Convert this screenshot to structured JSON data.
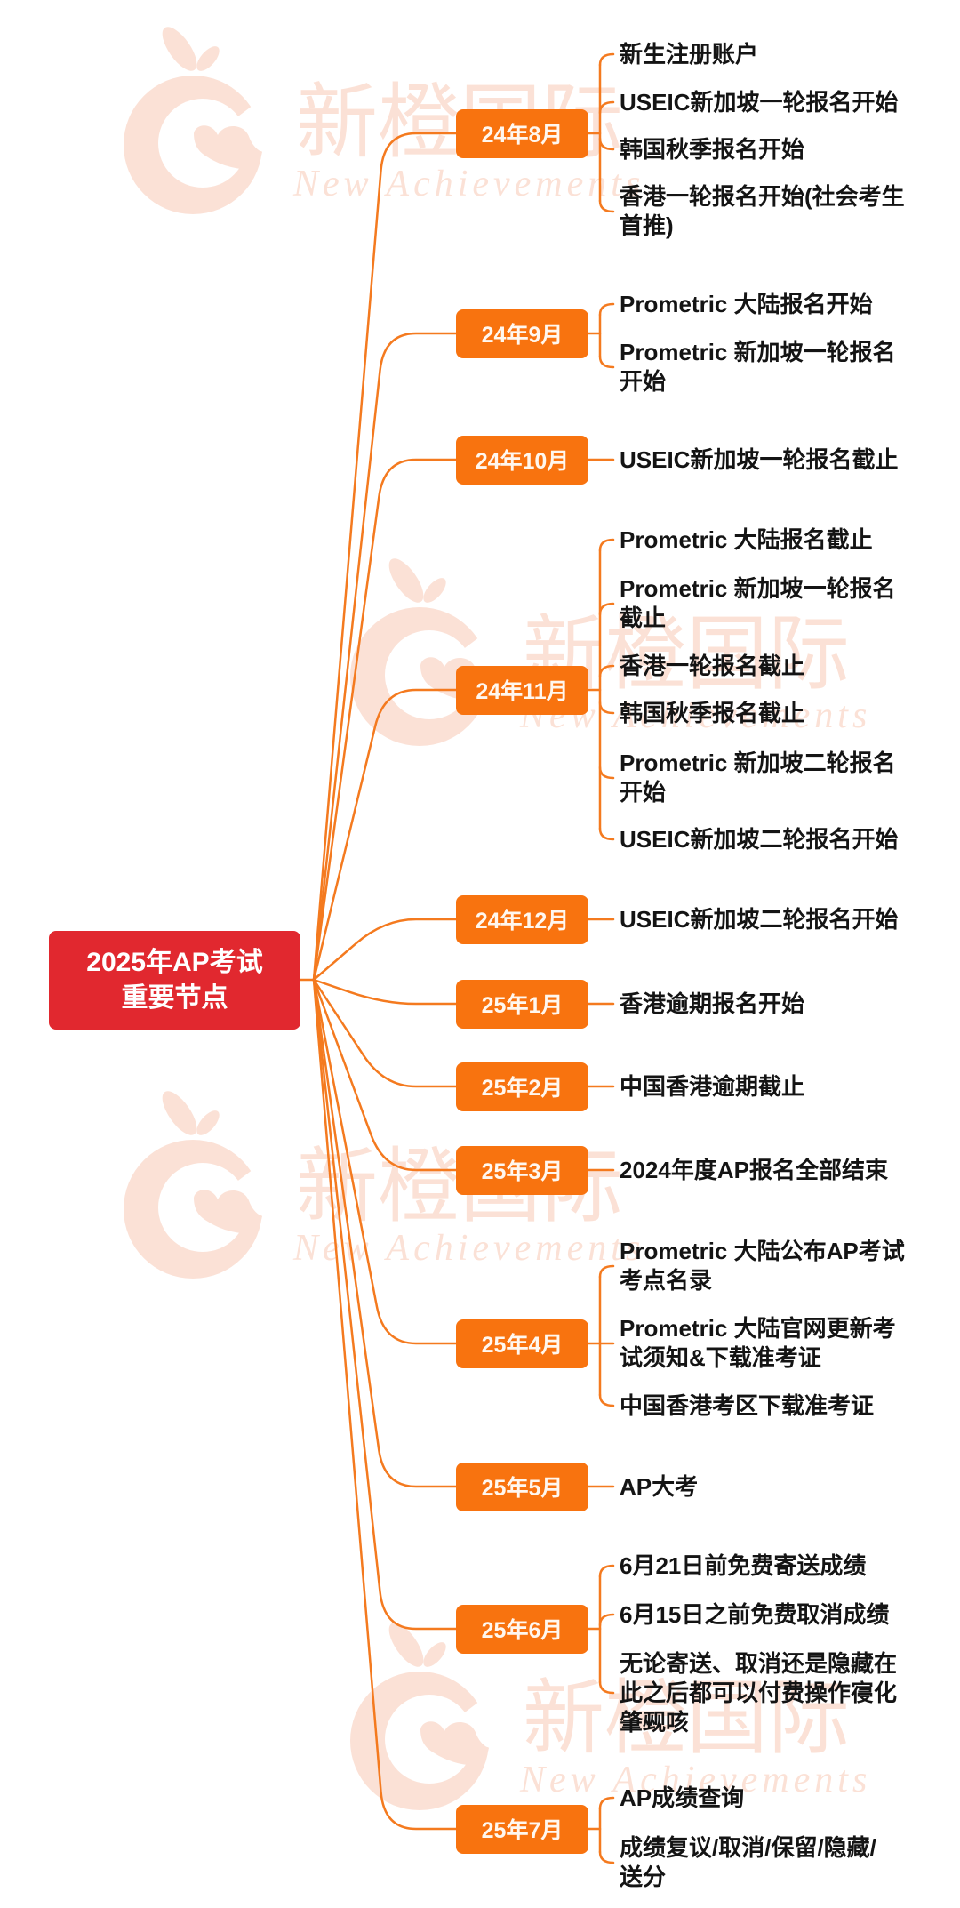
{
  "root": {
    "title_lines": [
      "2025年AP考试",
      "重要节点"
    ]
  },
  "watermark": {
    "brand_cn": "新橙国际",
    "brand_en": "New Achievements",
    "icon": "orange-logo-icon"
  },
  "theme": {
    "root_color": "#E1282F",
    "month_color": "#F8730F",
    "month_text_color": "#FFF7EF",
    "line_color": "#F47A1F",
    "text_color": "#141414",
    "watermark_color": "#FBE1D6"
  },
  "months": [
    {
      "label": "24年8月",
      "items": [
        {
          "lines": [
            "新生注册账户"
          ]
        },
        {
          "lines": [
            "USEIC新加坡一轮报名开始"
          ]
        },
        {
          "lines": [
            "韩国秋季报名开始"
          ]
        },
        {
          "lines": [
            "香港一轮报名开始(社会考生",
            "首推)"
          ]
        }
      ]
    },
    {
      "label": "24年9月",
      "items": [
        {
          "lines": [
            "Prometric 大陆报名开始"
          ]
        },
        {
          "lines": [
            "Prometric 新加坡一轮报名",
            "开始"
          ]
        }
      ]
    },
    {
      "label": "24年10月",
      "items": [
        {
          "lines": [
            "USEIC新加坡一轮报名截止"
          ]
        }
      ]
    },
    {
      "label": "24年11月",
      "items": [
        {
          "lines": [
            "Prometric 大陆报名截止"
          ]
        },
        {
          "lines": [
            "Prometric 新加坡一轮报名",
            "截止"
          ]
        },
        {
          "lines": [
            "香港一轮报名截止"
          ]
        },
        {
          "lines": [
            "韩国秋季报名截止"
          ]
        },
        {
          "lines": [
            "Prometric 新加坡二轮报名",
            "开始"
          ]
        },
        {
          "lines": [
            "USEIC新加坡二轮报名开始"
          ]
        }
      ]
    },
    {
      "label": "24年12月",
      "items": [
        {
          "lines": [
            "USEIC新加坡二轮报名开始"
          ]
        }
      ]
    },
    {
      "label": "25年1月",
      "items": [
        {
          "lines": [
            "香港逾期报名开始"
          ]
        }
      ]
    },
    {
      "label": "25年2月",
      "items": [
        {
          "lines": [
            "中国香港逾期截止"
          ]
        }
      ]
    },
    {
      "label": "25年3月",
      "items": [
        {
          "lines": [
            "2024年度AP报名全部结束"
          ]
        }
      ]
    },
    {
      "label": "25年4月",
      "items": [
        {
          "lines": [
            "Prometric 大陆公布AP考试",
            "考点名录"
          ]
        },
        {
          "lines": [
            "Prometric 大陆官网更新考",
            "试须知&下载准考证"
          ]
        },
        {
          "lines": [
            "中国香港考区下载准考证"
          ]
        }
      ]
    },
    {
      "label": "25年5月",
      "items": [
        {
          "lines": [
            "AP大考"
          ]
        }
      ]
    },
    {
      "label": "25年6月",
      "items": [
        {
          "lines": [
            "6月21日前免费寄送成绩"
          ]
        },
        {
          "lines": [
            "6月15日之前免费取消成绩"
          ]
        },
        {
          "lines": [
            "无论寄送、取消还是隐藏在",
            "此之后都可以付费操作寑化",
            "肇觋咳"
          ]
        }
      ]
    },
    {
      "label": "25年7月",
      "items": [
        {
          "lines": [
            "AP成绩查询"
          ]
        },
        {
          "lines": [
            "成绩复议/取消/保留/隐藏/",
            "送分"
          ]
        }
      ]
    }
  ]
}
